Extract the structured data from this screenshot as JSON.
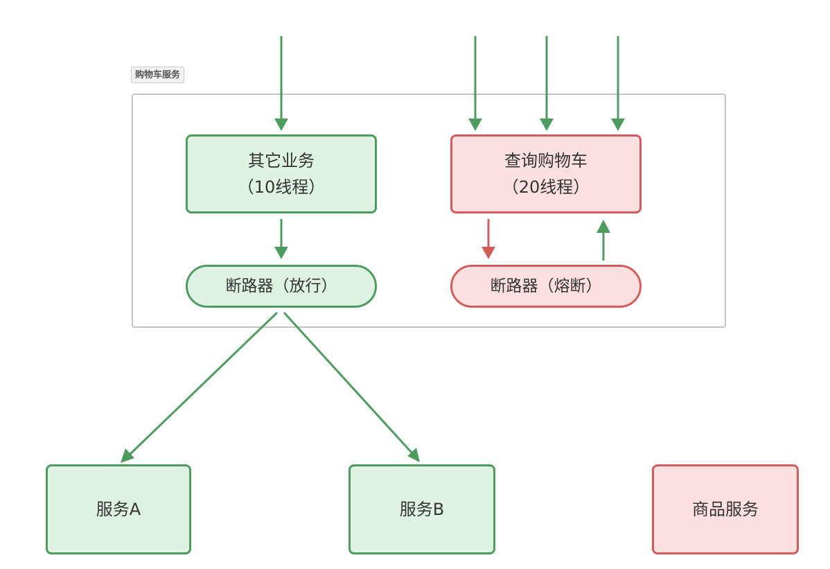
{
  "group": {
    "label": "购物车服务"
  },
  "nodes": {
    "other_business": {
      "line1": "其它业务",
      "line2": "（10线程）"
    },
    "query_cart": {
      "line1": "查询购物车",
      "line2": "（20线程）"
    },
    "breaker_open": {
      "label": "断路器（放行）"
    },
    "breaker_fused": {
      "label": "断路器（熔断）"
    },
    "service_a": {
      "label": "服务A"
    },
    "service_b": {
      "label": "服务B"
    },
    "product_service": {
      "label": "商品服务"
    }
  },
  "colors": {
    "green_fill": "#dff3e3",
    "green_stroke": "#4e9b5f",
    "red_fill": "#fde1e1",
    "red_stroke": "#d25b5b",
    "group_border": "#c4c4c4"
  }
}
